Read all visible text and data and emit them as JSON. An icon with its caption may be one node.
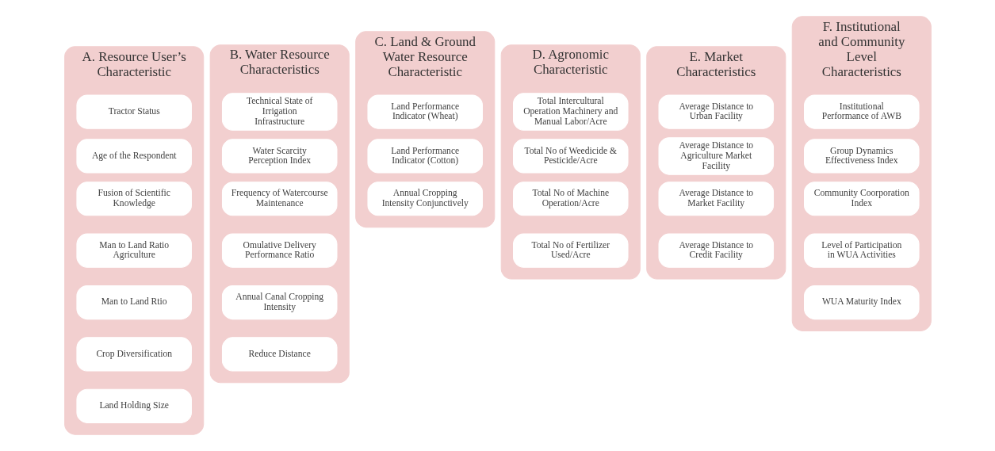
{
  "diagram": {
    "nodes": [
      {
        "text": [
          "A. Resource User’s Characteristic"
        ]
      },
      {
        "text": [
          "Tractor Status"
        ],
        "in": 0
      },
      {
        "text": [
          "Age of the Respondent"
        ],
        "in": 0
      },
      {
        "text": [
          "Fusion of Scientific Knowledge"
        ],
        "in": 0
      },
      {
        "text": [
          "Man to Land Ratio Agriculture"
        ],
        "in": 0
      },
      {
        "text": [
          "Man to Land Rtio"
        ],
        "in": 0
      },
      {
        "text": [
          "Crop Diversification"
        ],
        "in": 0
      },
      {
        "text": [
          "Land Holding Size"
        ],
        "in": 0
      },
      {
        "text": [
          "B. Water Resource Characteristics"
        ]
      },
      {
        "text": [
          "Technical State of Irrigation Infrastructure"
        ],
        "in": 8
      },
      {
        "text": [
          "Water Scarcity Perception Index"
        ],
        "in": 8
      },
      {
        "text": [
          "Frequency of Watercourse Maintenance"
        ],
        "in": 8
      },
      {
        "text": [
          "Omulative Delivery Performance Ratio"
        ],
        "in": 8
      },
      {
        "text": [
          "Annual Canal Cropping Intensity"
        ],
        "in": 8
      },
      {
        "text": [
          "Reduce Distance"
        ],
        "in": 8
      },
      {
        "text": [
          "C. Land & Ground Water Resource Characteristic"
        ]
      },
      {
        "text": [
          "Land Performance Indicator (Wheat)"
        ],
        "in": 15
      },
      {
        "text": [
          "Land Performance Indicator (Cotton)"
        ],
        "in": 15
      },
      {
        "text": [
          "Annual Cropping Intensity Conjunctively"
        ],
        "in": 15
      },
      {
        "text": [
          "D. Agronomic Characteristic"
        ]
      },
      {
        "text": [
          "Total Intercultural Operation Machinery and Manual Labor/Acre"
        ],
        "in": 19
      },
      {
        "text": [
          "Total No of Weedicide & Pesticide/Acre"
        ],
        "in": 19
      },
      {
        "text": [
          "Total No of Machine Operation/Acre"
        ],
        "in": 19
      },
      {
        "text": [
          "Total No of Fertilizer Used/Acre"
        ],
        "in": 19
      },
      {
        "text": [
          "E. Market Characteristics"
        ]
      },
      {
        "text": [
          "Average Distance to Urban Facility"
        ],
        "in": 24
      },
      {
        "text": [
          "Average Distance to Agriculture Market Facility"
        ],
        "in": 24
      },
      {
        "text": [
          "Average Distance to Market Facility"
        ],
        "in": 24
      },
      {
        "text": [
          "Average Distance to Credit Facility"
        ],
        "in": 24
      },
      {
        "text": [
          "F. Institutional and Community Level Characteristics"
        ]
      },
      {
        "text": [
          "Institutional Performance of AWB"
        ],
        "in": 29
      },
      {
        "text": [
          "Group Dynamics Effectiveness Index"
        ],
        "in": 29
      },
      {
        "text": [
          "Community Coorporation Index"
        ],
        "in": 29
      },
      {
        "text": [
          "Level of Participation in WUA Activities"
        ],
        "in": 29
      },
      {
        "text": [
          "WUA Maturity Index"
        ],
        "in": 29
      }
    ],
    "edges": []
  }
}
